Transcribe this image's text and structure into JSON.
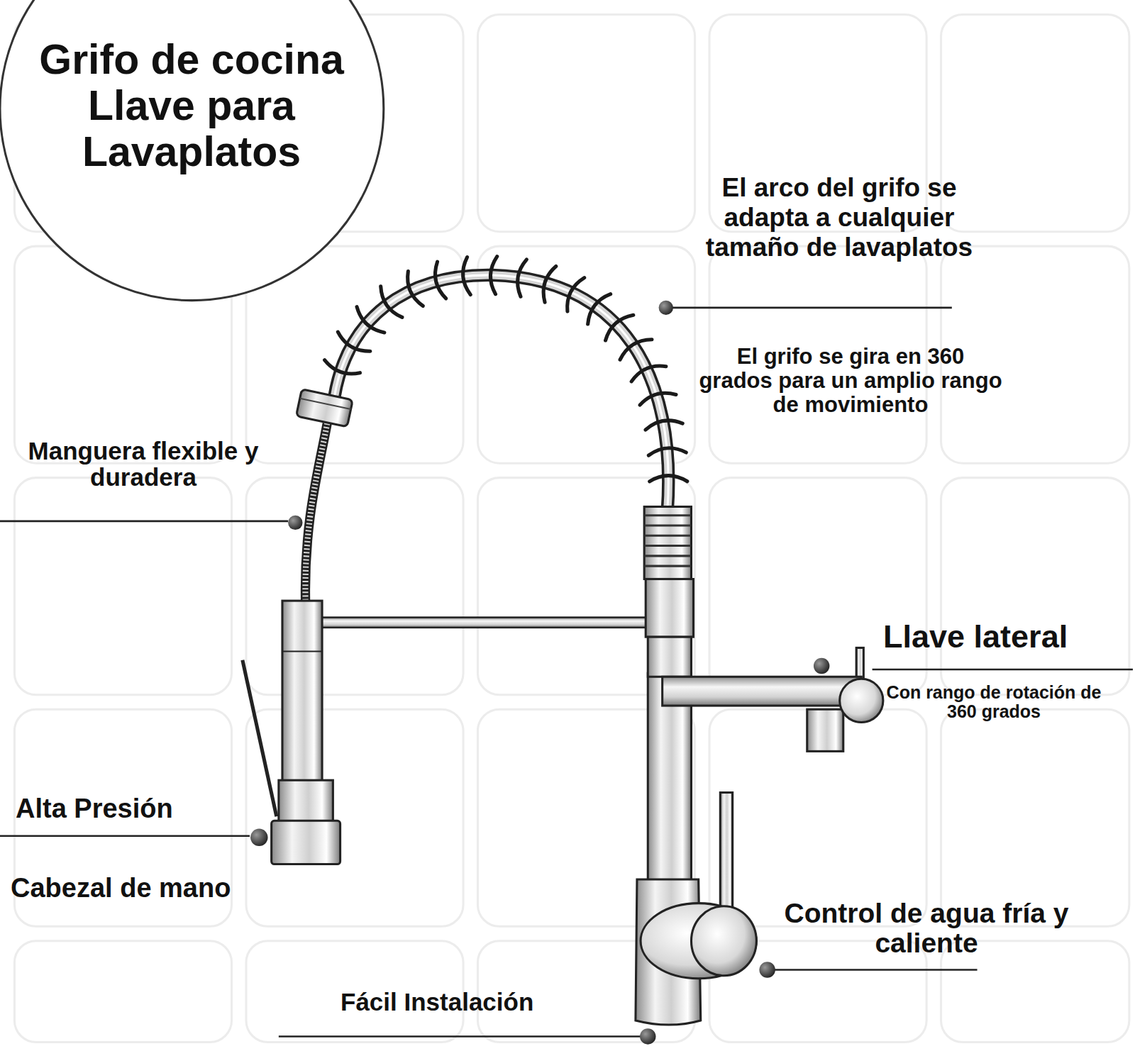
{
  "diagram": {
    "title": "Grifo de cocina Llave para Lavaplatos",
    "labels": [
      "El arco del grifo se adapta a cualquier tamaño de lavaplatos",
      "El grifo se gira en 360 grados para un amplio rango de movimiento",
      "Manguera flexible y duradera",
      "Llave lateral",
      "Con rango de rotación de 360 grados",
      "Alta Presión",
      "Cabezal de mano",
      "Control de agua fría y caliente",
      "Fácil Instalación"
    ]
  }
}
